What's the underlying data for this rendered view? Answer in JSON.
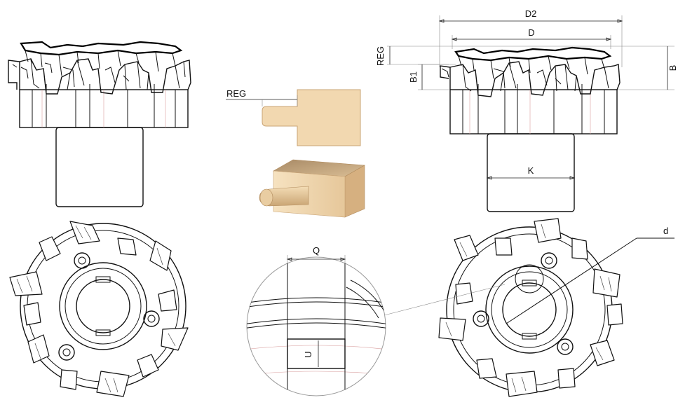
{
  "labels": {
    "reg_center": "REG",
    "d2": "D2",
    "d": "D",
    "reg_right": "REG",
    "b1": "B1",
    "b": "B",
    "k": "K",
    "q": "Q",
    "u": "U",
    "d_small": "d"
  },
  "colors": {
    "wood_light": "#f3dcb6",
    "wood_mid": "#e8c898",
    "wood_dark": "#cfa472",
    "line": "#111111",
    "centerline": "#d9a0a0"
  }
}
